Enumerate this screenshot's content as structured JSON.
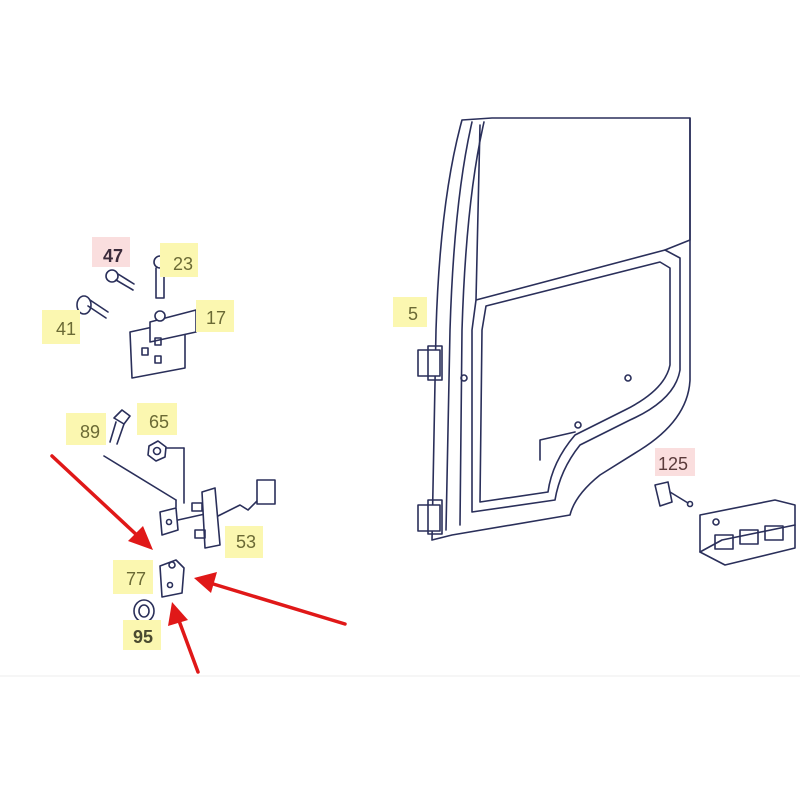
{
  "labels": {
    "p47": "47",
    "p23": "23",
    "p41": "41",
    "p17": "17",
    "p89": "89",
    "p65": "65",
    "p53": "53",
    "p77": "77",
    "p95": "95",
    "p5": "5",
    "p125": "125"
  },
  "colors": {
    "highlight_yellow": "#fbf7b0",
    "highlight_pink": "#fadede",
    "arrow_red": "#e01818",
    "line_navy": "#2a2f5a"
  }
}
